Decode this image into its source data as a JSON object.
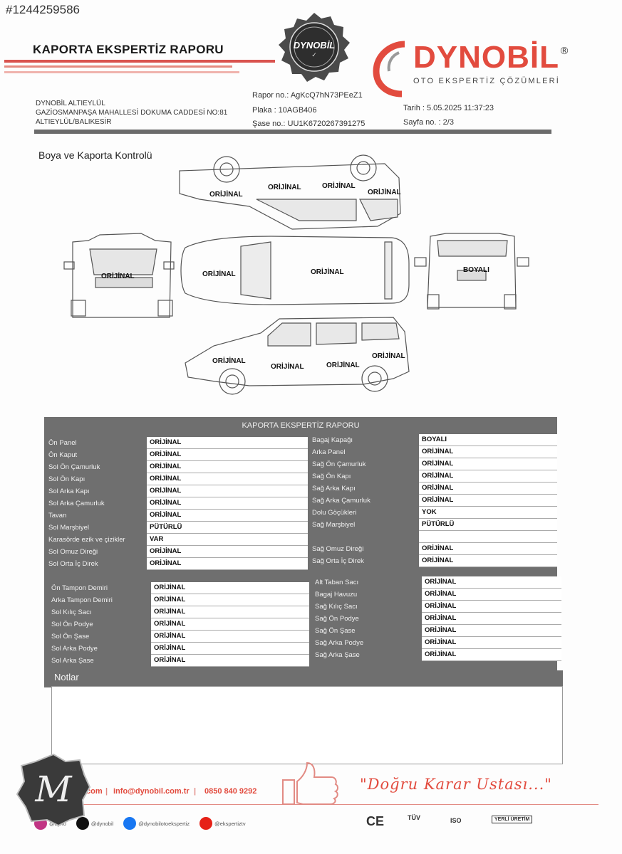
{
  "listing_id": "#1244259586",
  "header": {
    "title": "KAPORTA EKSPERTİZ RAPORU",
    "seal_text": "DYNOBİL",
    "brand": "DYNOBİL",
    "brand_mark": "®",
    "brand_sub": "OTO EKSPERTİZ ÇÖZÜMLERİ"
  },
  "company": {
    "name": "DYNOBİL ALTIEYLÜL",
    "address1": "GAZİOSMANPAŞA MAHALLESİ DOKUMA CADDESİ NO:81",
    "address2": "ALTIEYLÜL/BALIKESİR"
  },
  "report_info": {
    "rapor_no": "Rapor no.: AgKcQ7hN73PEeZ1",
    "plaka": "Plaka : 10AGB406",
    "sase_no": "Şase no.: UU1K6720267391275",
    "tarih": "Tarih : 5.05.2025 11:37:23",
    "sayfa": "Sayfa no. : 2/3"
  },
  "diagram": {
    "section_title": "Boya ve Kaporta Kontrolü",
    "labels": {
      "top_side_front": "ORİJİNAL",
      "top_side_mid": "ORİJİNAL",
      "top_side_rear_door": "ORİJİNAL",
      "top_side_rear": "ORİJİNAL",
      "front_view": "ORİJİNAL",
      "top_hood": "ORİJİNAL",
      "top_roof": "ORİJİNAL",
      "rear_view": "BOYALI",
      "bottom_front": "ORİJİNAL",
      "bottom_front_door": "ORİJİNAL",
      "bottom_rear_door": "ORİJİNAL",
      "bottom_rear": "ORİJİNAL"
    }
  },
  "table": {
    "title": "KAPORTA EKSPERTİZ RAPORU",
    "left_upper": [
      {
        "label": "Ön Panel",
        "value": "ORİJİNAL"
      },
      {
        "label": "Ön Kaput",
        "value": "ORİJİNAL"
      },
      {
        "label": "Sol Ön Çamurluk",
        "value": "ORİJİNAL"
      },
      {
        "label": "Sol Ön Kapı",
        "value": "ORİJİNAL"
      },
      {
        "label": "Sol Arka Kapı",
        "value": "ORİJİNAL"
      },
      {
        "label": "Sol Arka Çamurluk",
        "value": "ORİJİNAL"
      },
      {
        "label": "Tavan",
        "value": "ORİJİNAL"
      },
      {
        "label": "Sol Marşbiyel",
        "value": "PÜTÜRLÜ"
      },
      {
        "label": "Karasörde ezik ve çizikler",
        "value": "VAR"
      },
      {
        "label": "Sol Omuz Direği",
        "value": "ORİJİNAL"
      },
      {
        "label": "Sol Orta İç Direk",
        "value": "ORİJİNAL"
      }
    ],
    "right_upper": [
      {
        "label": "Bagaj Kapağı",
        "value": "BOYALI"
      },
      {
        "label": "Arka Panel",
        "value": "ORİJİNAL"
      },
      {
        "label": "Sağ Ön Çamurluk",
        "value": "ORİJİNAL"
      },
      {
        "label": "Sağ Ön Kapı",
        "value": "ORİJİNAL"
      },
      {
        "label": "Sağ Arka Kapı",
        "value": "ORİJİNAL"
      },
      {
        "label": "Sağ Arka Çamurluk",
        "value": "ORİJİNAL"
      },
      {
        "label": "Dolu Göçükleri",
        "value": "YOK"
      },
      {
        "label": "Sağ Marşbiyel",
        "value": "PÜTÜRLÜ"
      },
      {
        "label": "",
        "value": ""
      },
      {
        "label": "Sağ Omuz Direği",
        "value": "ORİJİNAL"
      },
      {
        "label": "Sağ Orta İç Direk",
        "value": "ORİJİNAL"
      }
    ],
    "left_lower": [
      {
        "label": "Ön Tampon Demiri",
        "value": "ORİJİNAL"
      },
      {
        "label": "Arka Tampon Demiri",
        "value": "ORİJİNAL"
      },
      {
        "label": "Sol Kılıç Sacı",
        "value": "ORİJİNAL"
      },
      {
        "label": "Sol Ön Podye",
        "value": "ORİJİNAL"
      },
      {
        "label": "Sol Ön Şase",
        "value": "ORİJİNAL"
      },
      {
        "label": "Sol Arka Podye",
        "value": "ORİJİNAL"
      },
      {
        "label": "Sol Arka Şase",
        "value": "ORİJİNAL"
      }
    ],
    "right_lower": [
      {
        "label": "Alt Taban Sacı",
        "value": "ORİJİNAL"
      },
      {
        "label": "Bagaj Havuzu",
        "value": "ORİJİNAL"
      },
      {
        "label": "Sağ Kılıç Sacı",
        "value": "ORİJİNAL"
      },
      {
        "label": "Sağ Ön Podye",
        "value": "ORİJİNAL"
      },
      {
        "label": "Sağ Ön Şase",
        "value": "ORİJİNAL"
      },
      {
        "label": "Sağ Arka Podye",
        "value": "ORİJİNAL"
      },
      {
        "label": "Sağ Arka Şase",
        "value": "ORİJİNAL"
      }
    ],
    "notes_label": "Notlar"
  },
  "footer": {
    "web": ".com",
    "email": "info@dynobil.com.tr",
    "phone": "0850 840 9292",
    "slogan": "\"Doğru Karar Ustası...\"",
    "socials": [
      {
        "icon": "instagram-icon",
        "handle": "@dyno",
        "color": "#c13584"
      },
      {
        "icon": "tiktok-icon",
        "handle": "@dynobil",
        "color": "#111111"
      },
      {
        "icon": "facebook-icon",
        "handle": "@dynobilotoekspertiz",
        "color": "#1877f2"
      },
      {
        "icon": "youtube-icon",
        "handle": "@ekspertiztv",
        "color": "#e62117"
      }
    ],
    "certs": [
      "CE",
      "TÜV",
      "ISO",
      "YERLİ ÜRETİM"
    ]
  },
  "colors": {
    "accent": "#e24b3e",
    "table_bg": "#6f6f6f"
  }
}
